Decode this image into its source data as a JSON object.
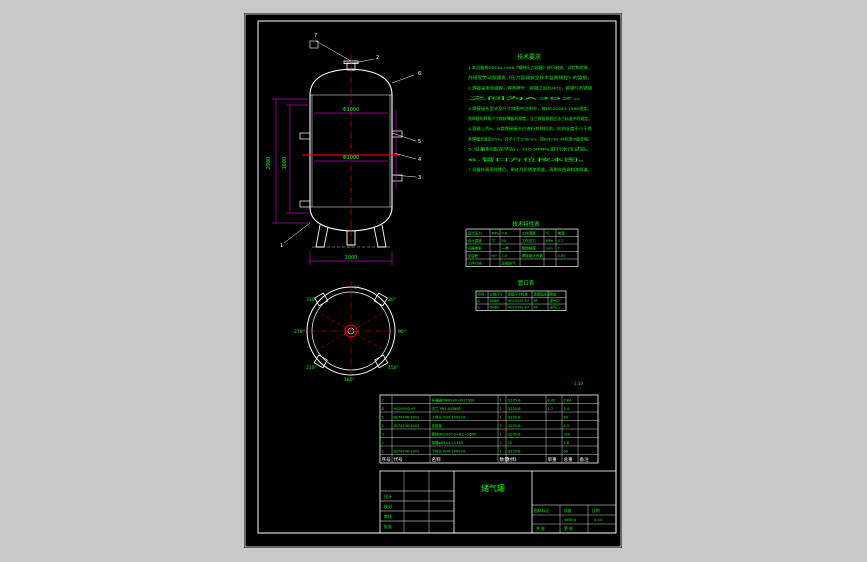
{
  "drawing": {
    "title_block_name": "储气罐",
    "scale_note": "1:10",
    "tech_req_title": "技术要求",
    "tech_req_lines": [
      "1.本设备按GB150-1998《钢制压力容器》进行制造、试验和验收，",
      "并接受劳动部颁发《压力容器安全技术监察规程》的监督。",
      "2.焊接采用电弧焊，焊条牌号：碳钢之间为J422，碳钢与不锈钢",
      "之间为A302。",
      "3.焊接接头型式及尺寸除图中注明外，按HG20583-1998规定，",
      "角焊缝的焊角尺寸按较薄板的厚度，法兰焊接按相应法兰标准中的规定。",
      "4.容器上的A、B类焊接接头应进行射线检测，检测长度不小于各",
      "条焊缝长度的20%，且不小于250mm，按JB4730-94标准III级合格。",
      "5.设备制造完毕后，以0.9MPa进行水压试验。",
      "6.管口方位按本图。",
      "7.设备外表面除锈后，刷红丹防锈漆两道，再刷灰色调和漆两道。"
    ],
    "design_table_title": "技术特性表",
    "design_table": [
      [
        "设计压力",
        "MPa",
        "0.8",
        "工作温度",
        "℃",
        "常温"
      ],
      [
        "设计温度",
        "℃",
        "50",
        "工作压力",
        "MPa",
        "0.7"
      ],
      [
        "容器类别",
        "",
        "一类",
        "腐蚀裕度",
        "mm",
        "1"
      ],
      [
        "全容积",
        "m³",
        "1.0",
        "焊接接头系数",
        "",
        "0.85"
      ],
      [
        "工作介质",
        "",
        "压缩空气",
        "",
        "",
        ""
      ]
    ],
    "nozzle_table_title": "管口表",
    "nozzle_table": [
      [
        "符号",
        "公称尺寸",
        "连接尺寸标准",
        "连接面形式",
        "用途"
      ],
      [
        "a",
        "DN80",
        "HG20592-97",
        "RF",
        "进气口"
      ],
      [
        "b",
        "DN80",
        "HG20592-97",
        "RF",
        "出气口"
      ]
    ],
    "parts_header": [
      "序号",
      "代号",
      "名称",
      "数量",
      "材料",
      "单重",
      "总重",
      "备注"
    ],
    "parts_rows": [
      [
        "7",
        "",
        "补强圈DN80×6 HG21506",
        "1",
        "Q235-B",
        "0.42",
        "0.84",
        ""
      ],
      [
        "6",
        "HG20592-97",
        "法兰 PN1.6 DN80",
        "2",
        "Q235-B",
        "1.7",
        "3.4",
        ""
      ],
      [
        "5",
        "JB/T4746-2002",
        "上封头 EHA 1000×8",
        "1",
        "Q235-B",
        "",
        "69",
        ""
      ],
      [
        "4",
        "JB/T4736-2002",
        "支座板",
        "3",
        "Q235-B",
        "",
        "4.5",
        ""
      ],
      [
        "3",
        "",
        "筒体DN1000 δ=8 L=1600",
        "1",
        "Q235-B",
        "",
        "320",
        ""
      ],
      [
        "2",
        "",
        "接管φ89×4 L=150",
        "2",
        "20",
        "",
        "2.8",
        ""
      ],
      [
        "1",
        "JB/T4746-2002",
        "下封头 EHA 1000×8",
        "1",
        "Q235-B",
        "",
        "69",
        ""
      ]
    ],
    "dims": {
      "overall_height": "2980",
      "shell_length": "1600",
      "diameter_label": "Φ1000",
      "base_width": "1000",
      "angle_0": "0°",
      "angle_90": "90°",
      "angle_180": "180°",
      "angle_270": "270°",
      "angle_30": "30°",
      "angle_150": "150°",
      "angle_210": "210°",
      "angle_330": "330°"
    },
    "part_callouts": [
      "1",
      "2",
      "3",
      "4",
      "5",
      "6",
      "7"
    ],
    "sign_labels": [
      "设计",
      "校对",
      "审核",
      "批准"
    ],
    "title_block_cells": [
      "图样标记",
      "质量",
      "比例",
      "共 张",
      "第 张"
    ],
    "mass_value": "460kg"
  },
  "colors": {
    "frame": "#ffffff",
    "outline": "#ffffff",
    "text_green": "#00ff00",
    "centerline_red": "#ff0000",
    "dim_magenta": "#ff00ff",
    "hatch_cyan": "#00ffff",
    "paper": "#000000",
    "background": "#c8c8c8"
  }
}
